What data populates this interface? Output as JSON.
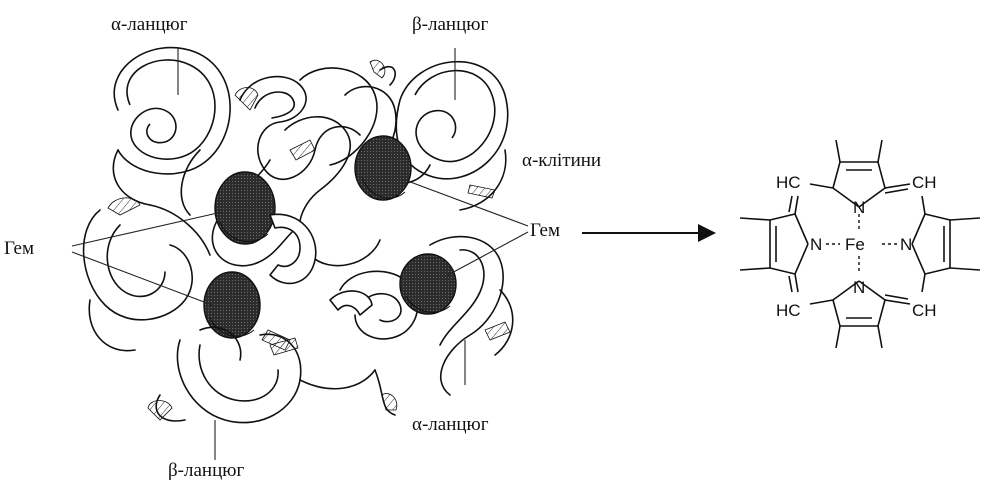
{
  "labels": {
    "alpha_chain_top": "α-ланцюг",
    "beta_chain_top": "β-ланцюг",
    "alpha_cells": "α-клітини",
    "heme_left": "Гем",
    "heme_right": "Гем",
    "alpha_chain_bottom": "α-ланцюг",
    "beta_chain_bottom": "β-ланцюг"
  },
  "heme_structure": {
    "fe": "Fe",
    "n_top": "N",
    "n_left": "N",
    "n_right": "N",
    "n_bottom": "N",
    "hc_top": "HC",
    "ch_top": "CH",
    "hc_bottom": "HC",
    "ch_bottom": "CH"
  },
  "colors": {
    "ink": "#111111",
    "heme_group": "#2b2b2b"
  }
}
